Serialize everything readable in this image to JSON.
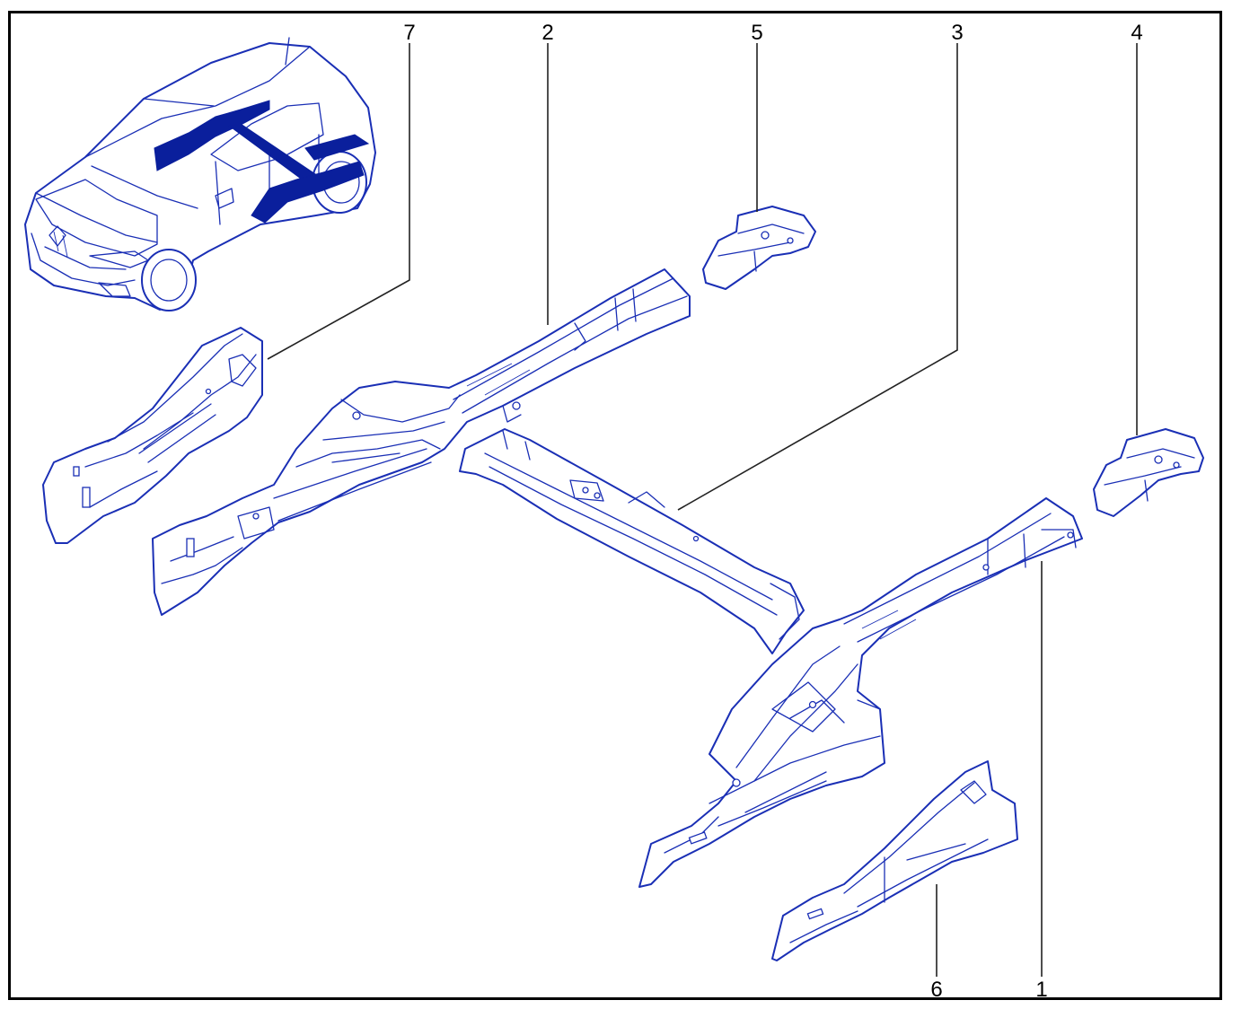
{
  "diagram": {
    "accent_color": "#1a2fb5",
    "highlight_color": "#0a1f9c",
    "callouts": [
      {
        "id": "7",
        "text": "7"
      },
      {
        "id": "2",
        "text": "2"
      },
      {
        "id": "5",
        "text": "5"
      },
      {
        "id": "3",
        "text": "3"
      },
      {
        "id": "4",
        "text": "4"
      },
      {
        "id": "6",
        "text": "6"
      },
      {
        "id": "1",
        "text": "1"
      }
    ]
  }
}
